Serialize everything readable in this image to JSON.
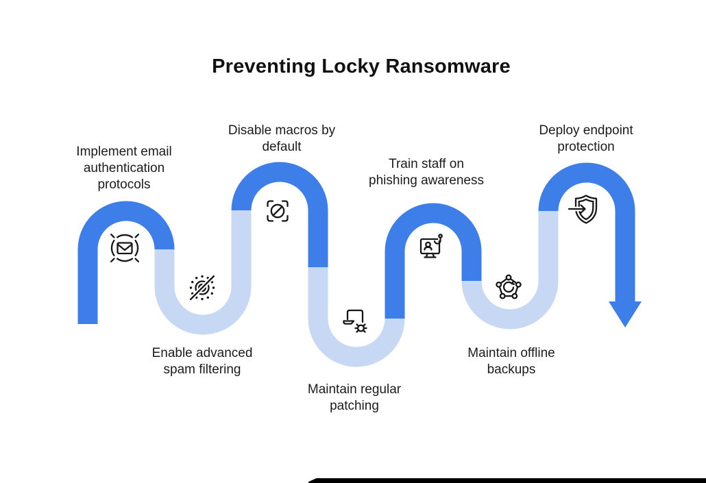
{
  "title": "Preventing Locky Ransomware",
  "colors": {
    "primary_blue": "#3d7ee9",
    "light_blue": "#c6d8f3",
    "text": "#1b1b1b",
    "background": "#ffffff",
    "footer_bar": "#000000"
  },
  "diagram": {
    "type": "serpentine-process-flow",
    "direction": "left-to-right, ends in downward arrow",
    "steps": [
      {
        "label": "Implement email authentication protocols",
        "icon": "email-authentication-icon",
        "segment_color": "primary_blue"
      },
      {
        "label": "Enable advanced spam filtering",
        "icon": "spam-filter-icon",
        "segment_color": "light_blue"
      },
      {
        "label": "Disable macros by default",
        "icon": "disable-macros-icon",
        "segment_color": "primary_blue"
      },
      {
        "label": "Maintain regular patching",
        "icon": "patching-bug-icon",
        "segment_color": "light_blue"
      },
      {
        "label": "Train staff on phishing awareness",
        "icon": "phishing-awareness-icon",
        "segment_color": "primary_blue"
      },
      {
        "label": "Maintain offline backups",
        "icon": "offline-backups-icon",
        "segment_color": "light_blue"
      },
      {
        "label": "Deploy endpoint protection",
        "icon": "endpoint-protection-icon",
        "segment_color": "primary_blue"
      }
    ]
  }
}
